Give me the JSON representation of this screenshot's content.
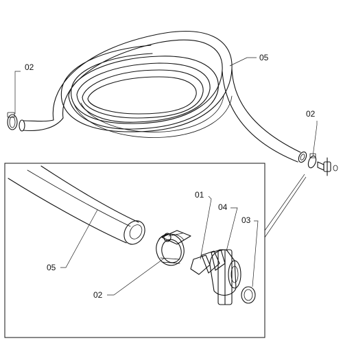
{
  "callouts": {
    "top_left_clamp": "02",
    "top_hose_coil": "05",
    "top_right_clamp": "02",
    "detail_fitting": "01",
    "detail_tee": "04",
    "detail_oring": "03",
    "detail_hose": "05",
    "detail_clamp": "02"
  },
  "colors": {
    "line": "#111111",
    "background": "#ffffff"
  }
}
